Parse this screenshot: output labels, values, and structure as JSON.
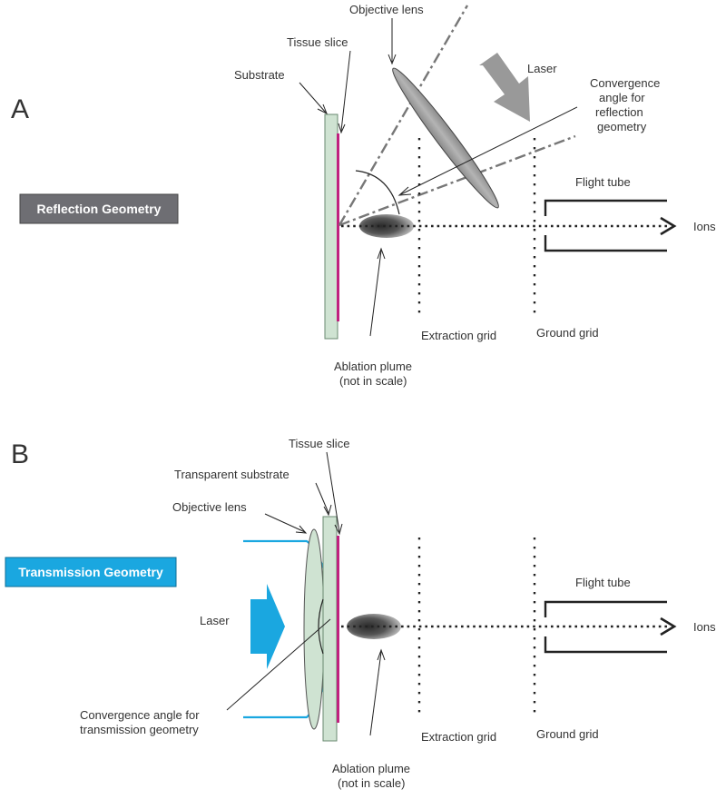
{
  "panel_a": {
    "letter": "A",
    "badge": "Reflection Geometry",
    "objective_lens": "Objective lens",
    "tissue_slice": "Tissue slice",
    "substrate": "Substrate",
    "laser": "Laser",
    "convergence": [
      "Convergence",
      "angle for",
      "reflection",
      "geometry"
    ],
    "flight_tube": "Flight tube",
    "ions": "Ions",
    "extraction_grid": "Extraction grid",
    "ground_grid": "Ground grid",
    "plume": [
      "Ablation plume",
      "(not in scale)"
    ]
  },
  "panel_b": {
    "letter": "B",
    "badge": "Transmission Geometry",
    "tissue_slice": "Tissue slice",
    "transparent_substrate": "Transparent substrate",
    "objective_lens": "Objective lens",
    "laser": "Laser",
    "convergence": [
      "Convergence angle for",
      "transmission geometry"
    ],
    "flight_tube": "Flight tube",
    "ions": "Ions",
    "extraction_grid": "Extraction grid",
    "ground_grid": "Ground grid",
    "plume": [
      "Ablation plume",
      "(not in scale)"
    ]
  },
  "colors": {
    "reflection_badge": "#6e6e73",
    "transmission_badge": "#1aa7e0",
    "substrate_fill": "#cfe3d2",
    "tissue": "#c0207e",
    "laser_blue": "#1aa7e0",
    "laser_gray": "#999999",
    "lens_gray": "#9a9a9a"
  }
}
